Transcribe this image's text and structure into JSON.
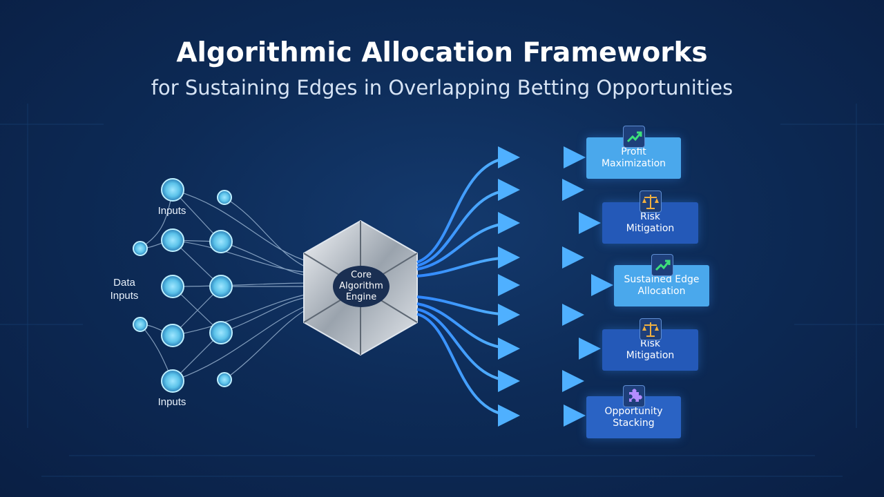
{
  "title": "Algorithmic Allocation Frameworks",
  "subtitle": "for Sustaining Edges in Overlapping Betting Opportunities",
  "inputs": {
    "top_label": "Inputs",
    "left_label_line1": "Data",
    "left_label_line2": "Inputs",
    "bottom_label": "Inputs"
  },
  "core": {
    "line1": "Core",
    "line2": "Algorithm",
    "line3": "Engine"
  },
  "outputs": [
    {
      "line1": "Profit",
      "line2": "Maximization",
      "icon": "trend-up-icon"
    },
    {
      "line1": "Risk",
      "line2": "Mitigation",
      "icon": "scales-icon"
    },
    {
      "line1": "Sustained Edge",
      "line2": "Allocation",
      "icon": "trend-up-icon"
    },
    {
      "line1": "Risk",
      "line2": "Mitigation",
      "icon": "scales-icon"
    },
    {
      "line1": "Opportunity",
      "line2": "Stacking",
      "icon": "puzzle-icon"
    }
  ],
  "colors": {
    "accent": "#3fa4ff",
    "node": "#7fd3f0",
    "box_light": "#4aa8ec",
    "box_dark": "#2459b8"
  }
}
